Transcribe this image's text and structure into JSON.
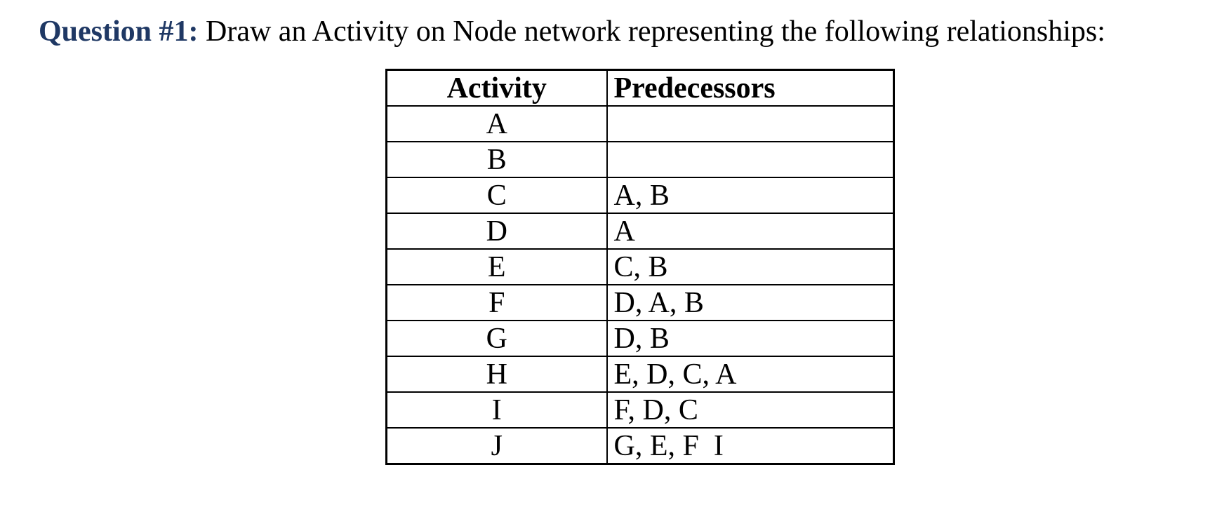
{
  "heading": {
    "label": "Question #1:",
    "text": " Draw an Activity on Node network representing the following relationships:"
  },
  "table": {
    "columns": [
      "Activity",
      "Predecessors"
    ],
    "rows": [
      {
        "activity": "A",
        "predecessors": ""
      },
      {
        "activity": "B",
        "predecessors": ""
      },
      {
        "activity": "C",
        "predecessors": "A, B"
      },
      {
        "activity": "D",
        "predecessors": "A"
      },
      {
        "activity": "E",
        "predecessors": "C, B"
      },
      {
        "activity": "F",
        "predecessors": "D, A, B"
      },
      {
        "activity": "G",
        "predecessors": "D, B"
      },
      {
        "activity": "H",
        "predecessors": "E, D, C, A"
      },
      {
        "activity": "I",
        "predecessors": "F, D, C"
      },
      {
        "activity": "J",
        "predecessors": "G, E, F  I"
      }
    ]
  },
  "colors": {
    "heading_accent": "#1f3864",
    "text": "#000000",
    "border": "#000000",
    "background": "#ffffff"
  }
}
